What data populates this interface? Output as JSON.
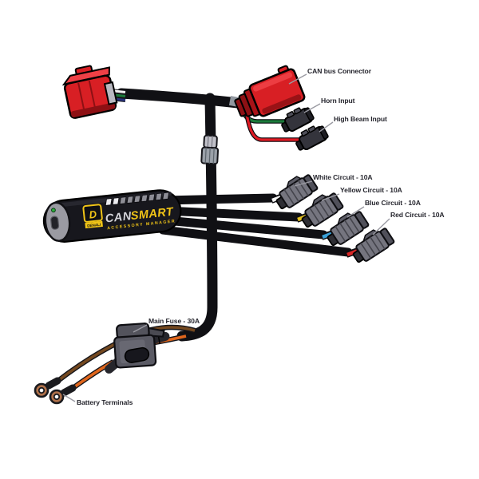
{
  "diagram": {
    "callouts": {
      "can_bus": "CAN bus Connector",
      "horn_input": "Horn Input",
      "high_beam_input": "High Beam Input",
      "main_fuse": "Main Fuse - 30A",
      "battery_terminals": "Battery Terminals"
    },
    "circuits": [
      {
        "label": "White Circuit - 10A",
        "wire_color": "#f2f2f2"
      },
      {
        "label": "Yellow Circuit - 10A",
        "wire_color": "#e3c020"
      },
      {
        "label": "Blue Circuit - 10A",
        "wire_color": "#3aa0d8"
      },
      {
        "label": "Red Circuit - 10A",
        "wire_color": "#d82828"
      }
    ],
    "device": {
      "brand": "DENALI",
      "logo_letter": "D",
      "name_primary": "CAN",
      "name_accent": "SMART",
      "subtitle": "ACCESSORY MANAGER",
      "status_segments_total": 9,
      "status_segments_lit": 2
    },
    "colors": {
      "background": "#ffffff",
      "cable_black": "#101014",
      "connector_red": "#d81f24",
      "connector_red_shade": "#8e1014",
      "connector_gray": "#75757f",
      "input_connector_black": "#34343c",
      "wire_green": "#1b7a3a",
      "wire_red": "#e01b24",
      "wire_orange": "#e0661c",
      "wire_brown": "#74481f",
      "ring_copper": "#b0714a",
      "accent_yellow": "#f0c417",
      "led_green": "#2fae3e",
      "label_text": "#26262e",
      "pointer_gray": "#9a9aa2"
    }
  }
}
